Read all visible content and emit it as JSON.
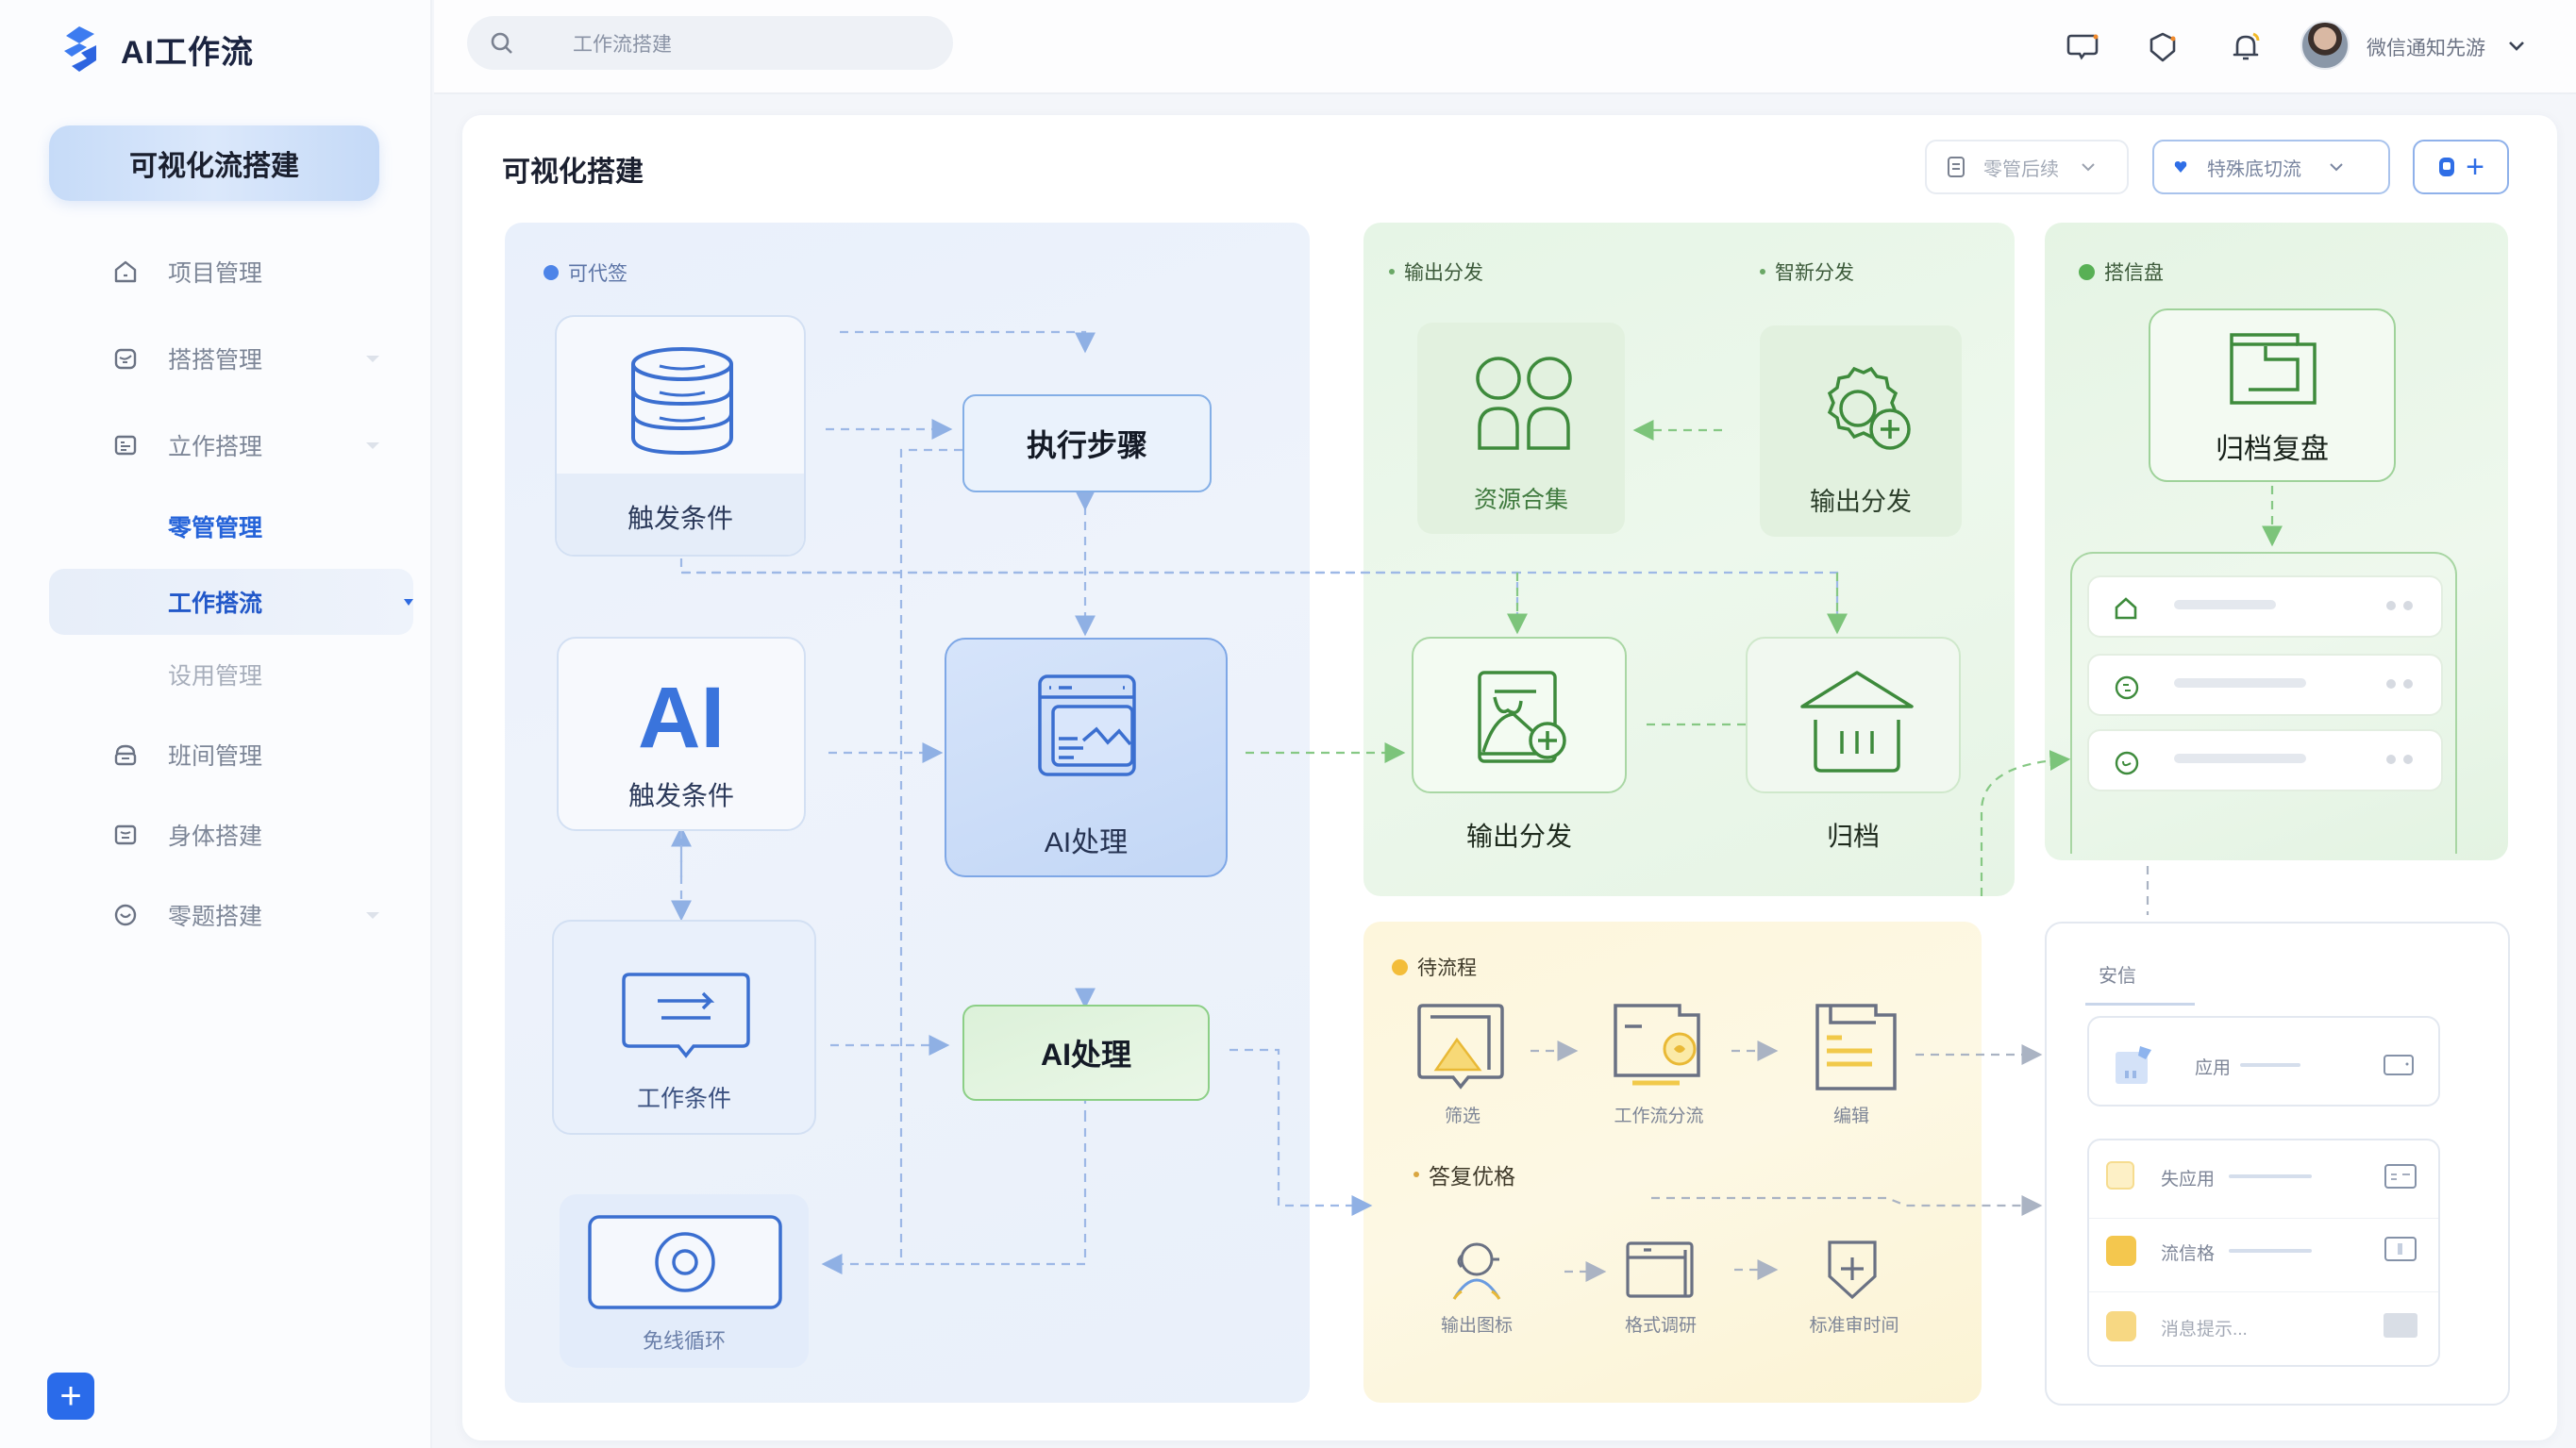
{
  "app": {
    "title": "AI工作流"
  },
  "sidebar": {
    "primary_button": "可视化流搭建",
    "items": [
      {
        "label": "项目管理",
        "icon": "home-icon",
        "caret": false
      },
      {
        "label": "搭搭管理",
        "icon": "inbox-icon",
        "caret": true
      },
      {
        "label": "立作搭理",
        "icon": "list-icon",
        "caret": true
      },
      {
        "label": "零管管理",
        "icon": "",
        "sub": true,
        "highlight": true
      },
      {
        "label": "工作搭流",
        "icon": "",
        "sub": true,
        "active": true
      },
      {
        "label": "设用管理",
        "icon": "",
        "sub": true
      },
      {
        "label": "班间管理",
        "icon": "lock-icon",
        "caret": false
      },
      {
        "label": "身体搭建",
        "icon": "message-icon",
        "caret": false
      },
      {
        "label": "零题搭建",
        "icon": "heart-icon",
        "caret": true
      }
    ],
    "fab_label": "+"
  },
  "topbar": {
    "search_placeholder": "工作流搭建",
    "icons": [
      "chat-icon",
      "shield-icon",
      "bell-icon"
    ],
    "user_name": "微信通知先游",
    "accent": "#2a6bea"
  },
  "main": {
    "title": "可视化搭建",
    "dropdown_1": "零管后续",
    "dropdown_2": "特殊底切流",
    "add_button": "+"
  },
  "blue_panel": {
    "label": "可代签",
    "nodes": {
      "trigger_1": "触发条件",
      "exec_step": "执行步骤",
      "ai_badge": "AI",
      "trigger_2": "触发条件",
      "ai_process_1": "AI处理",
      "work_condition": "工作条件",
      "ai_process_2": "AI处理",
      "loop": "免线循环"
    }
  },
  "green_panel": {
    "label_left": "输出分发",
    "label_right": "智新分发",
    "nodes": {
      "resource": "资源合集",
      "output_top": "输出分发",
      "output_bottom": "输出分发",
      "archive": "归档"
    }
  },
  "archive_panel": {
    "label": "搭信盘",
    "node": "归档复盘",
    "rows": [
      {
        "icon": "lock-icon",
        "bar": 0.35
      },
      {
        "icon": "refresh-icon",
        "bar": 0.5
      },
      {
        "icon": "smile-icon",
        "bar": 0.5
      }
    ]
  },
  "yellow_panel": {
    "label": "待流程",
    "row1": [
      "筛选",
      "工作流分流",
      "编辑"
    ],
    "sub_label": "答复优格",
    "row2": [
      "输出图标",
      "格式调研",
      "标准审时间"
    ]
  },
  "white_panel": {
    "tab": "安信",
    "top_row": "应用",
    "rows": [
      "失应用",
      "流信格",
      "消息提示..."
    ]
  }
}
